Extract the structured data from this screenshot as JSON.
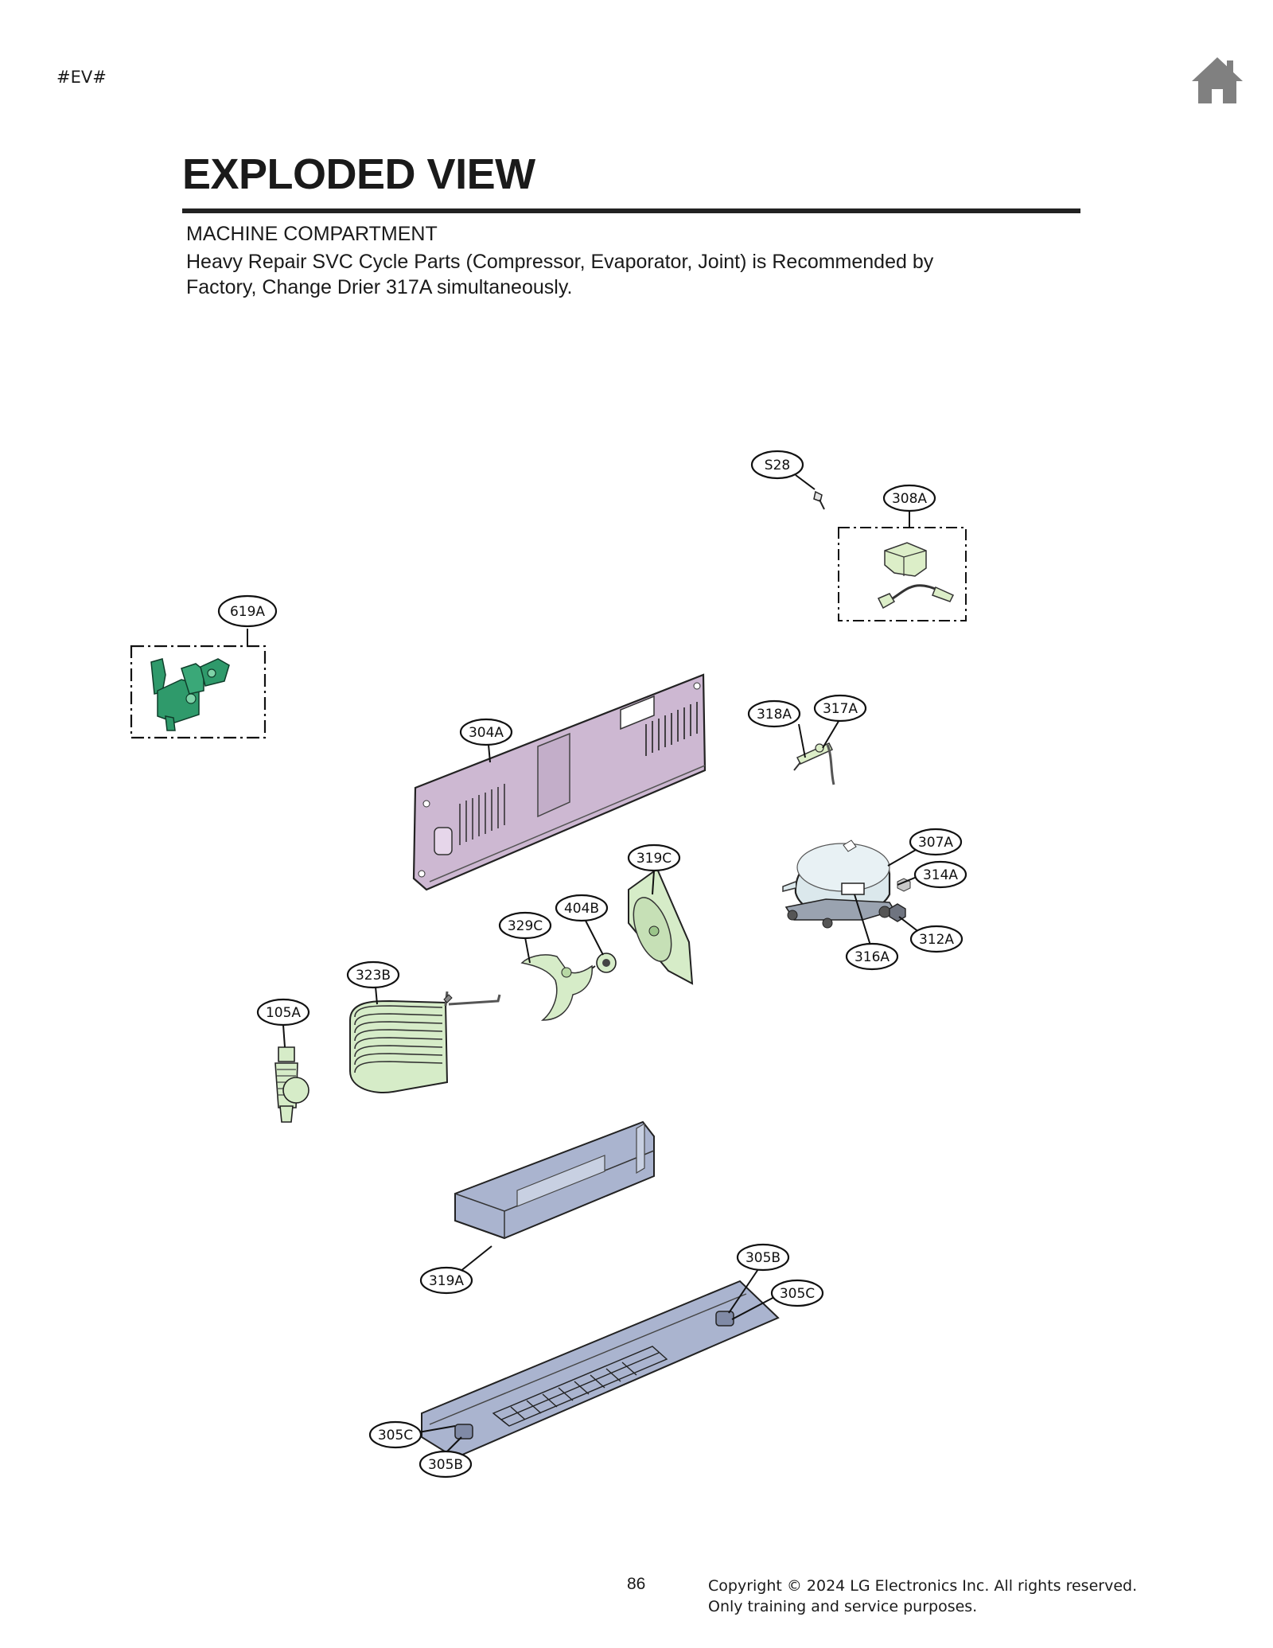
{
  "corner_tag": "#EV#",
  "title": "EXPLODED VIEW",
  "section": "MACHINE COMPARTMENT",
  "note_line1": "Heavy Repair SVC Cycle Parts (Compressor, Evaporator, Joint) is Recommended by",
  "note_line2": "Factory, Change Drier 317A simultaneously.",
  "icons": {
    "home": "home-icon"
  },
  "parts": {
    "s28": "S28",
    "p308a": "308A",
    "p619a": "619A",
    "p304a": "304A",
    "p318a": "318A",
    "p317a": "317A",
    "p307a": "307A",
    "p314a": "314A",
    "p312a": "312A",
    "p316a": "316A",
    "p319c": "319C",
    "p404b": "404B",
    "p329c": "329C",
    "p323b": "323B",
    "p105a": "105A",
    "p319a": "319A",
    "p305b_top": "305B",
    "p305c_top": "305C",
    "p305c_bottom": "305C",
    "p305b_bottom": "305B"
  },
  "footer": {
    "page_number": "86",
    "copyright_line1": "Copyright © 2024 LG Electronics Inc. All rights reserved.",
    "copyright_line2": "Only training and service purposes."
  },
  "colors": {
    "panel": "#cdb8d2",
    "part_green": "#d6ecc8",
    "valve_green": "#2f9a6b",
    "compressor": "#dbe8ec",
    "tray": "#aab4cf"
  }
}
